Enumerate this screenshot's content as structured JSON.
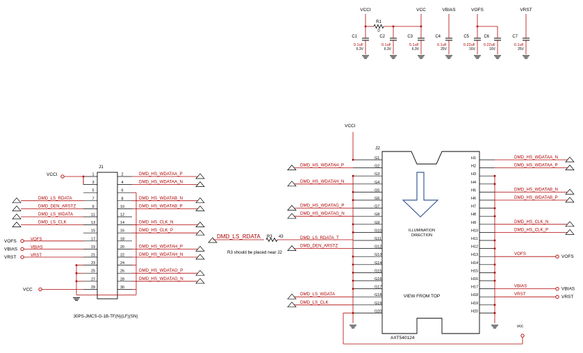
{
  "power_caps": {
    "nets": [
      "VCCI",
      "VCC",
      "VBIAS",
      "VOFS",
      "VRST"
    ],
    "r1": {
      "ref": "R1",
      "value": "0"
    },
    "caps": [
      {
        "ref": "C1",
        "value": "0.1uF",
        "volt": "6.3V"
      },
      {
        "ref": "C2",
        "value": "0.1uF",
        "volt": "6.3V"
      },
      {
        "ref": "C3",
        "value": "0.1uF",
        "volt": "6.3V"
      },
      {
        "ref": "C4",
        "value": "0.1uF",
        "volt": "25V"
      },
      {
        "ref": "C5",
        "value": "0.22uF",
        "volt": "16V"
      },
      {
        "ref": "C6",
        "value": "0.22uF",
        "volt": "16V"
      },
      {
        "ref": "C7",
        "value": "0.1uF",
        "volt": "25V"
      }
    ]
  },
  "j1": {
    "ref": "J1",
    "part": "30PS-JMCS-G-1B-TF(N)(LF)(SN)",
    "left_pins": [
      "1",
      "3",
      "5",
      "7",
      "9",
      "11",
      "13",
      "15",
      "17",
      "19",
      "21",
      "23",
      "25",
      "27",
      "29"
    ],
    "right_pins": [
      "2",
      "4",
      "6",
      "8",
      "10",
      "12",
      "14",
      "16",
      "18",
      "20",
      "22",
      "24",
      "26",
      "28",
      "30"
    ],
    "left_nets": [
      {
        "pin": "1",
        "label": "VCCI"
      },
      {
        "pin": "7",
        "label": "DMD_LS_RDATA"
      },
      {
        "pin": "9",
        "label": "DMD_DEN_ARSTZ"
      },
      {
        "pin": "11",
        "label": "DMD_LS_WDATA"
      },
      {
        "pin": "13",
        "label": "DMD_LS_CLK"
      },
      {
        "pin": "17",
        "label": "VOFS"
      },
      {
        "pin": "19",
        "label": "VBIAS"
      },
      {
        "pin": "21",
        "label": "VRST"
      },
      {
        "pin": "29",
        "label": "VCC"
      }
    ],
    "right_nets": [
      {
        "pin": "2",
        "label": "DMD_HS_WDATAA_P"
      },
      {
        "pin": "4",
        "label": "DMD_HS_WDATAA_N"
      },
      {
        "pin": "8",
        "label": "DMD_HS_WDATAB_N"
      },
      {
        "pin": "10",
        "label": "DMD_HS_WDATAB_P"
      },
      {
        "pin": "14",
        "label": "DMD_HS_CLK_N"
      },
      {
        "pin": "16",
        "label": "DMD_HS_CLK_P"
      },
      {
        "pin": "20",
        "label": "DMD_HS_WDATAH_P"
      },
      {
        "pin": "22",
        "label": "DMD_HS_WDATAH_N"
      },
      {
        "pin": "26",
        "label": "DMD_HS_WDATAG_P"
      },
      {
        "pin": "28",
        "label": "DMD_HS_WDATAG_N"
      }
    ]
  },
  "r3": {
    "ref": "R3",
    "value": "43",
    "net": "DMD_LS_RDATA",
    "note": "R3 should be placed near J2"
  },
  "j2": {
    "ref": "J2",
    "part": "AXT540124",
    "net_top": "VCCI",
    "net_bottom": "VCC",
    "illumination": [
      "ILLUMINATION",
      "DIRECTION"
    ],
    "view": "VIEW FROM TOP",
    "g_pins": [
      "G1",
      "G2",
      "G3",
      "G4",
      "G5",
      "G6",
      "G7",
      "G8",
      "G9",
      "G10",
      "G11",
      "G12",
      "G13",
      "G14",
      "G15",
      "G16",
      "G17",
      "G18",
      "G19",
      "G20"
    ],
    "h_pins": [
      "H1",
      "H2",
      "H3",
      "H4",
      "H5",
      "H6",
      "H7",
      "H8",
      "H9",
      "H10",
      "H11",
      "H12",
      "H13",
      "H14",
      "H15",
      "H16",
      "H17",
      "H18",
      "H19",
      "H20"
    ],
    "g_nets": [
      {
        "pin": "G2",
        "label": "DMD_HS_WDATAH_P"
      },
      {
        "pin": "G4",
        "label": "DMD_HS_WDATAH_N"
      },
      {
        "pin": "G7",
        "label": "DMD_HS_WDATAG_P"
      },
      {
        "pin": "G8",
        "label": "DMD_HS_WDATAG_N"
      },
      {
        "pin": "G11",
        "label": "DMD_LS_RDATA_T"
      },
      {
        "pin": "G12",
        "label": "DMD_DEN_ARSTZ"
      },
      {
        "pin": "G18",
        "label": "DMD_LS_WDATA"
      },
      {
        "pin": "G19",
        "label": "DMD_LS_CLK"
      }
    ],
    "h_nets": [
      {
        "pin": "H1",
        "label": "DMD_HS_WDATAA_N"
      },
      {
        "pin": "H2",
        "label": "DMD_HS_WDATAA_P"
      },
      {
        "pin": "H5",
        "label": "DMD_HS_WDATAB_N"
      },
      {
        "pin": "H6",
        "label": "DMD_HS_WDATAB_P"
      },
      {
        "pin": "H9",
        "label": "DMD_HS_CLK_N"
      },
      {
        "pin": "H10",
        "label": "DMD_HS_CLK_P"
      },
      {
        "pin": "H13",
        "label": "VOFS"
      },
      {
        "pin": "H17",
        "label": "VBIAS"
      },
      {
        "pin": "H18",
        "label": "VRST"
      }
    ],
    "port_labels": [
      "VOFS",
      "VBIAS",
      "VRST"
    ],
    "vcc_label": "vcc"
  },
  "colors": {
    "wire": "#b00000",
    "body": "#000000",
    "text": "#b00000"
  }
}
